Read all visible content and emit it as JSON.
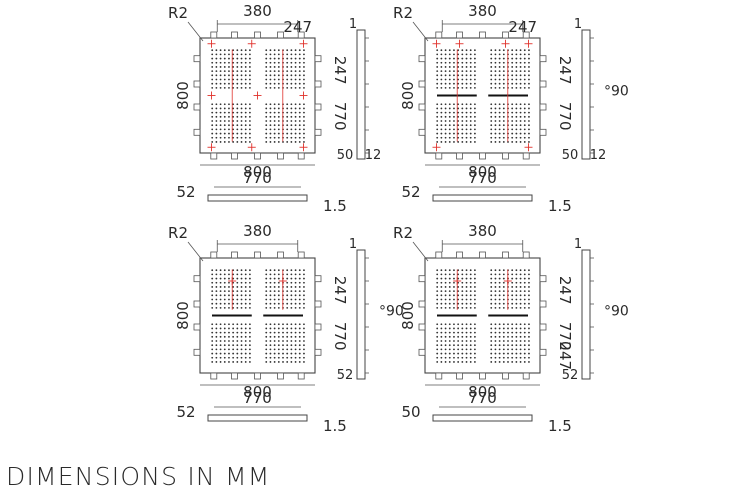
{
  "footer": {
    "title": "DIMENSIONS IN MM"
  },
  "panels": [
    {
      "radius": "R2",
      "top_width": "380",
      "top_right": "247",
      "side_height": "800",
      "inner_a": "247",
      "inner_b": "770",
      "bottom_width": "800",
      "angle": "",
      "side_top": "1",
      "side_bottom": "50",
      "side_bottom2": "12",
      "elev_left": "52",
      "elev_width": "770",
      "elev_right": "1.5"
    },
    {
      "radius": "R2",
      "top_width": "380",
      "top_right": "247",
      "side_height": "800",
      "inner_a": "247",
      "inner_b": "770",
      "bottom_width": "800",
      "angle": "°90",
      "side_top": "1",
      "side_bottom": "50",
      "side_bottom2": "12",
      "elev_left": "52",
      "elev_width": "770",
      "elev_right": "1.5"
    },
    {
      "radius": "R2",
      "top_width": "380",
      "top_right": "",
      "side_height": "800",
      "inner_a": "247",
      "inner_b": "770",
      "bottom_width": "800",
      "angle": "°90",
      "side_top": "1",
      "side_bottom": "52",
      "side_bottom2": "",
      "elev_left": "52",
      "elev_width": "770",
      "elev_right": "1.5"
    },
    {
      "radius": "R2",
      "top_width": "380",
      "top_right": "",
      "side_height": "800",
      "inner_a": "247",
      "inner_b": "770",
      "bottom_width": "800",
      "angle": "°90",
      "inner_c": "247",
      "side_top": "1",
      "side_bottom": "52",
      "side_bottom2": "",
      "elev_left": "50",
      "elev_width": "770",
      "elev_right": "1.5"
    }
  ]
}
